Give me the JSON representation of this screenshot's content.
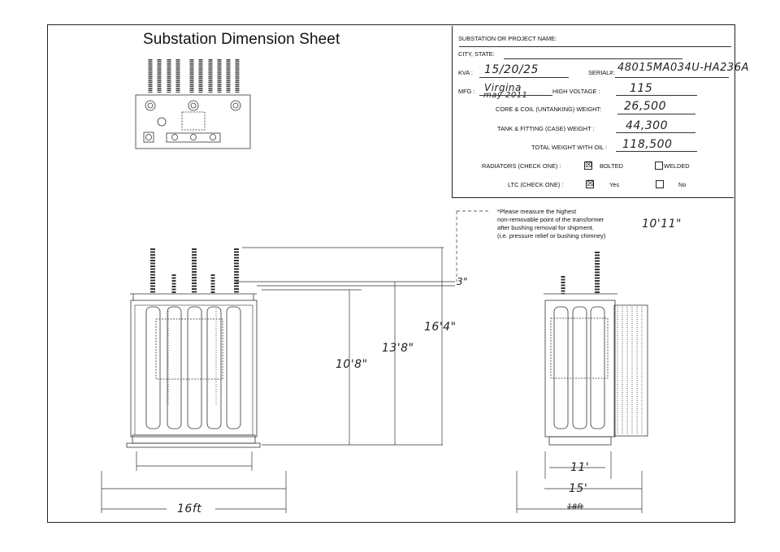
{
  "title": "Substation Dimension Sheet",
  "form": {
    "project_label": "SUBSTATION OR PROJECT NAME:",
    "city_label": "CITY, STATE:",
    "kva_label": "KVA :",
    "kva_value": "15/20/25",
    "serial_label": "SERIAL#:",
    "serial_value": "48015MA034U-HA236A",
    "mfg_label": "MFG :",
    "mfg_value": "Virgina",
    "mfg_date": "may 2011",
    "hv_label": "HIGH VOLTAGE :",
    "hv_value": "115",
    "core_label": "CORE & COIL (UNTANKING) WEIGHT:",
    "core_value": "26,500",
    "tank_label": "TANK & FITTING (CASE) WEIGHT :",
    "tank_value": "44,300",
    "total_label": "TOTAL WEIGHT WITH OIL :",
    "total_value": "118,500",
    "radiators_label": "RADIATORS (CHECK ONE) :",
    "radiators_bolted": "BOLTED",
    "radiators_welded": "WELDED",
    "radiators_bolted_checked": "☒",
    "ltc_label": "LTC (CHECK ONE) :",
    "ltc_yes": "Yes",
    "ltc_no": "No",
    "ltc_yes_checked": "☒"
  },
  "note": {
    "lines": [
      "*Please measure the highest",
      "non-removable point of the transformer",
      "after bushing removal for shipment.",
      "(i.e. pressure relief  or bushing chimney)"
    ],
    "value": "10'11\""
  },
  "dimensions": {
    "front_width": "16ft",
    "top_offset": "3\"",
    "height_1": "10'8\"",
    "height_2": "13'8\"",
    "height_3": "16'4\"",
    "side_width_inner": "11'",
    "side_width_outer": "15'",
    "side_crossed": "18ft"
  },
  "colors": {
    "ink": "#222222",
    "pencil": "#333333"
  }
}
